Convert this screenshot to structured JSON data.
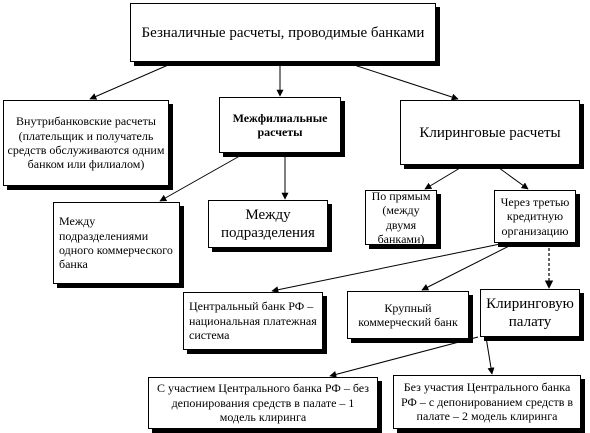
{
  "diagram": {
    "root": "Безналичные расчеты, проводимые банками",
    "intrabank": "Внутрибанковские расчеты (плательщик и получатель средств обслуживаются одним банком или филиалом)",
    "interbranch": "Межфилиальные расчеты",
    "clearing": "Клиринговые расчеты",
    "between_divisions_one_bank": "Между подразделениями одного коммерческого банка",
    "between_divisions": "Между подразделения",
    "direct": "По прямым (между двумя банками)",
    "via_third": "Через третью кредитную организацию",
    "central_bank": "Центральный банк РФ – национальная платежная система",
    "large_bank": "Крупный коммерческий банк",
    "clearing_house": "Клиринговую палату",
    "model1": "С участием Центрального банка РФ – без депонирования средств в палате – 1 модель клиринга",
    "model2": "Без участия Центрального банка РФ – с депонированием средств в палате – 2 модель клиринга"
  }
}
